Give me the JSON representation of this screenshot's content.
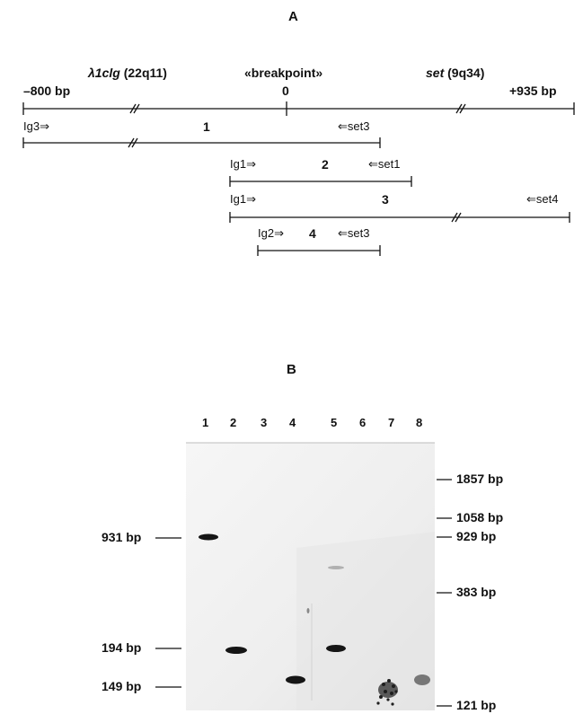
{
  "panel_a": {
    "label": "A",
    "header": {
      "left_gene": "λ1clg",
      "left_locus": "(22q11)",
      "center": "«breakpoint»",
      "right_gene": "set",
      "right_locus": "(9q34)"
    },
    "scale": {
      "left": "–800 bp",
      "center": "0",
      "right": "+935 bp"
    },
    "products": [
      {
        "number": "1",
        "forward_primer": "Ig3⇒",
        "reverse_primer": "⇐set3"
      },
      {
        "number": "2",
        "forward_primer": "Ig1⇒",
        "reverse_primer": "⇐set1"
      },
      {
        "number": "3",
        "forward_primer": "Ig1⇒",
        "reverse_primer": "⇐set4"
      },
      {
        "number": "4",
        "forward_primer": "Ig2⇒",
        "reverse_primer": "⇐set3"
      }
    ]
  },
  "panel_b": {
    "label": "B",
    "lanes": [
      "1",
      "2",
      "3",
      "4",
      "5",
      "6",
      "7",
      "8"
    ],
    "left_markers": [
      "931 bp",
      "194 bp",
      "149 bp"
    ],
    "right_markers": [
      "1857 bp",
      "1058 bp",
      "929 bp",
      "383 bp",
      "121 bp"
    ]
  },
  "colors": {
    "ink": "#111111",
    "gel_background": "#efefef",
    "band": "#151515"
  }
}
